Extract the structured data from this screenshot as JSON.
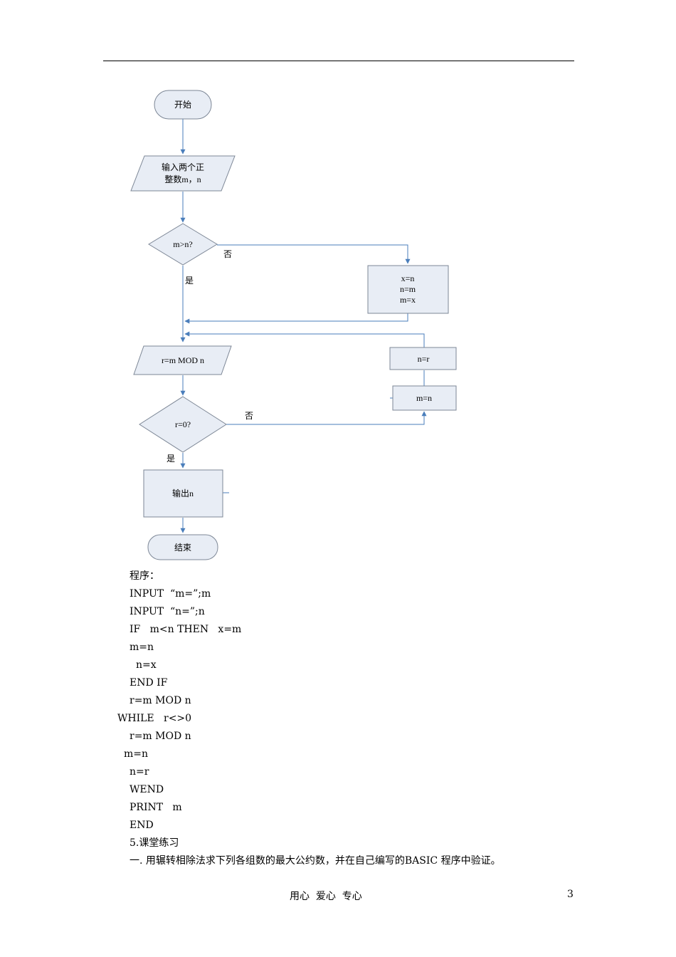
{
  "flowchart": {
    "start": "开始",
    "input": [
      "输入两个正",
      "整数m，n"
    ],
    "decision1": "m>n?",
    "no1": "否",
    "yes1": "是",
    "swap": [
      "x=n",
      "n=m",
      "m=x"
    ],
    "mod": "r=m MOD n",
    "decision2": "r=0?",
    "no2": "否",
    "yes2": "是",
    "assign_n": "n=r",
    "assign_m": "m=n",
    "output": "输出n",
    "end": "结束"
  },
  "program": [
    "程序：",
    "INPUT  “m=”;m",
    "INPUT  “n=”;n",
    "IF   m<n THEN   x=m",
    "m=n",
    "n=x",
    "END IF",
    "r=m MOD n",
    "WHILE   r<>0",
    "r=m MOD n",
    "m=n",
    "n=r",
    "WEND",
    "PRINT   m",
    "END",
    "5.课堂练习",
    "一. 用辗转相除法求下列各组数的最大公约数，并在自己编写的BASIC 程序中验证。"
  ],
  "footer": {
    "motto": "用心  爱心  专心",
    "page_number": "3"
  }
}
